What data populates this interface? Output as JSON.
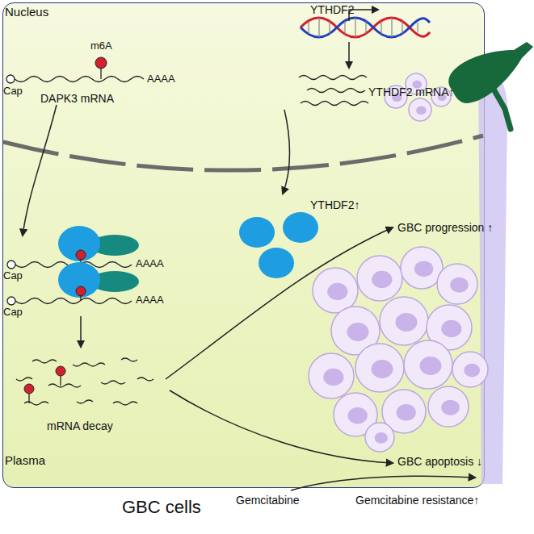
{
  "diagram": {
    "nodes": [
      {
        "text": [
          "GBC cells"
        ]
      }
    ],
    "labels": [
      "Nucleus",
      "YTHDF2",
      "m6A",
      "Cap",
      "AAAA",
      "DAPK3 mRNA",
      "YTHDF2 mRNA↑",
      "Cap",
      "AAAA",
      "Cap",
      "AAAA",
      "YTHDF2↑",
      "GBC progression ↑",
      "mRNA decay",
      "Plasma",
      "GBC apoptosis ↓",
      "Gemcitabine",
      "Gemcitabine resistance↑"
    ]
  }
}
